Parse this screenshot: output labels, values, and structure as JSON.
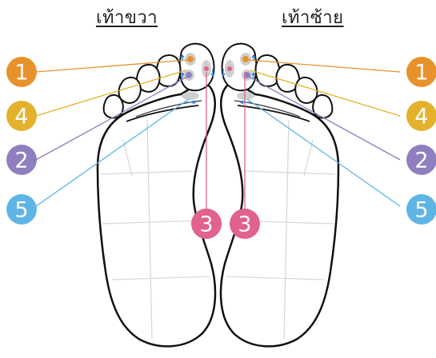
{
  "titles": {
    "right_foot": "เท้าขวา",
    "left_foot": "เท้าซ้าย"
  },
  "colors": {
    "point_1": "#e8922b",
    "point_4": "#e3b12b",
    "point_2": "#8f7fbf",
    "point_5": "#5fb4e6",
    "point_3": "#e0628d",
    "foot_outline": "#111111",
    "grid": "#d8d8d8"
  },
  "points": [
    {
      "id": "1",
      "label": "1",
      "color_key": "point_1"
    },
    {
      "id": "4",
      "label": "4",
      "color_key": "point_4"
    },
    {
      "id": "2",
      "label": "2",
      "color_key": "point_2"
    },
    {
      "id": "5",
      "label": "5",
      "color_key": "point_5"
    },
    {
      "id": "3",
      "label": "3",
      "color_key": "point_3"
    }
  ]
}
